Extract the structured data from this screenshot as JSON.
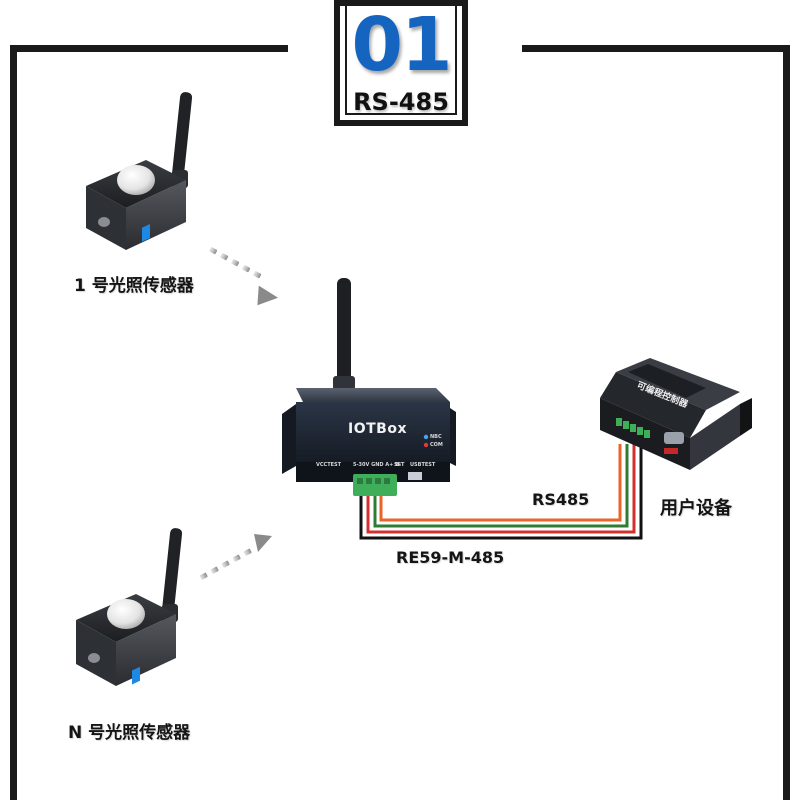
{
  "badge": {
    "number": "01",
    "protocol": "RS-485"
  },
  "sensor_1": {
    "label": "1 号光照传感器"
  },
  "sensor_n": {
    "label": "N 号光照传感器"
  },
  "gateway": {
    "brand": "IOTBox",
    "port_labels": [
      "VCCTEST",
      "5-30V GND A+ B-",
      "SET",
      "USBTEST"
    ],
    "led_labels": [
      "NBC",
      "COM"
    ]
  },
  "controller": {
    "title": "可编程控制器"
  },
  "user_device_label": "用户设备",
  "link": {
    "bus_label": "RS485",
    "cable_label": "RE59-M-485"
  },
  "colors": {
    "badge_number": "#1565c0",
    "wire_orange": "#e8642a",
    "wire_green": "#2e7d32",
    "wire_red": "#d32f2f",
    "wire_black": "#111111",
    "terminal_green": "#3fae5a"
  }
}
